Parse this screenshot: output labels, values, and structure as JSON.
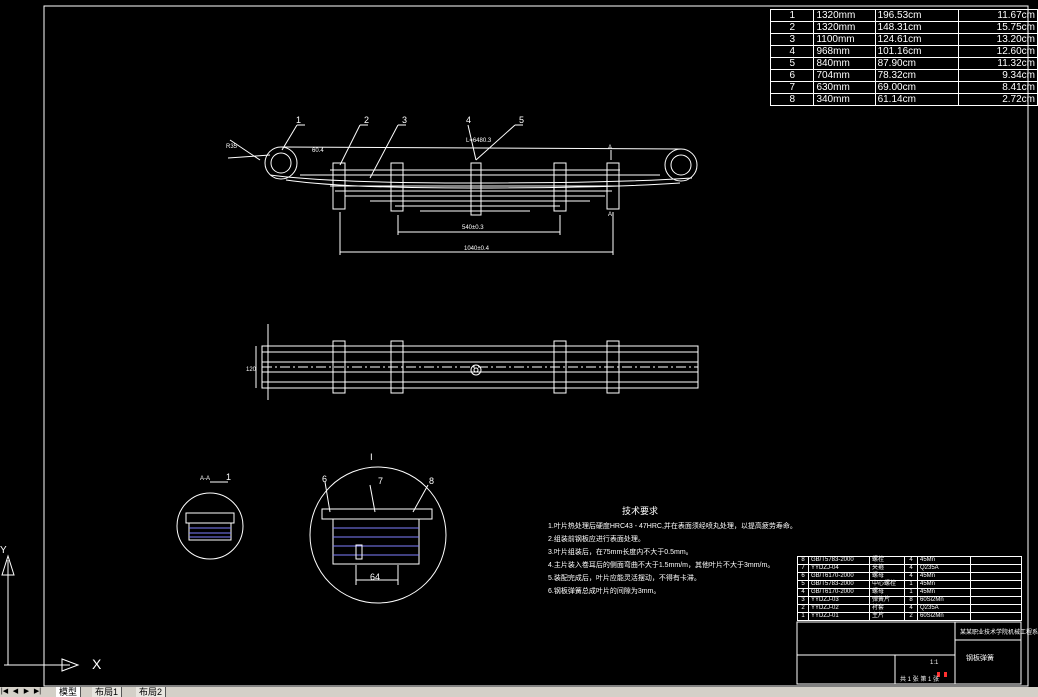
{
  "spec_table": {
    "rows": [
      {
        "no": "1",
        "length": "1320mm",
        "area": "196.53cm",
        "weight": "11.67cm"
      },
      {
        "no": "2",
        "length": "1320mm",
        "area": "148.31cm",
        "weight": "15.75cm"
      },
      {
        "no": "3",
        "length": "1100mm",
        "area": "124.61cm",
        "weight": "13.20cm"
      },
      {
        "no": "4",
        "length": "968mm",
        "area": "101.16cm",
        "weight": "12.60cm"
      },
      {
        "no": "5",
        "length": "840mm",
        "area": "87.90cm",
        "weight": "11.32cm"
      },
      {
        "no": "6",
        "length": "704mm",
        "area": "78.32cm",
        "weight": "9.34cm"
      },
      {
        "no": "7",
        "length": "630mm",
        "area": "69.00cm",
        "weight": "8.41cm"
      },
      {
        "no": "8",
        "length": "340mm",
        "area": "61.14cm",
        "weight": "2.72cm"
      }
    ]
  },
  "callouts": {
    "c1": "1",
    "c2": "2",
    "c3": "3",
    "c4": "4",
    "c5": "5",
    "c6": "6",
    "c7": "7",
    "c8": "8",
    "section_aa": "A-A",
    "section_aa_num": "1",
    "detail_label": "Ⅰ",
    "dim_top": "L=6480.3",
    "dim_mid": "540±0.3",
    "dim_bottom": "1040±0.4",
    "dim_64": "64",
    "dim_r": "R35",
    "dim_60": "60.4",
    "dim_120": "120",
    "dim_ab": "A",
    "dim_ab2": "A",
    "dim_ab3": "A"
  },
  "requirements": {
    "title": "技术要求",
    "items": [
      "1.叶片热处理后硬度HRC43 - 47HRC,并在表面须经喷丸处理，以提高疲劳寿命。",
      "2.组装前钢板应进行表面处理。",
      "3.叶片组装后，在75mm长度内不大于0.5mm。",
      "4.主片装入卷耳后的侧面弯曲不大于1.5mm/m，其他叶片不大于3mm/m。",
      "5.装配完成后，叶片应能灵活摆动，不得有卡滞。",
      "6.钢板弹簧总成叶片的间隙为3mm。"
    ]
  },
  "bom": {
    "rows": [
      {
        "no": "8",
        "code": "GB/T5783-2000",
        "name": "螺栓",
        "qty": "4",
        "mat": "45Mn",
        "note": ""
      },
      {
        "no": "7",
        "code": "YYDZJ-04",
        "name": "夹箍",
        "qty": "4",
        "mat": "Q235A",
        "note": ""
      },
      {
        "no": "6",
        "code": "GB/T6170-2000",
        "name": "螺母",
        "qty": "4",
        "mat": "45Mn",
        "note": ""
      },
      {
        "no": "5",
        "code": "GB/T5783-2000",
        "name": "中心螺栓",
        "qty": "1",
        "mat": "45Mn",
        "note": ""
      },
      {
        "no": "4",
        "code": "GB/T6170-2000",
        "name": "螺母",
        "qty": "1",
        "mat": "45Mn",
        "note": ""
      },
      {
        "no": "3",
        "code": "YYDZJ-03",
        "name": "弹簧片",
        "qty": "8",
        "mat": "60Si2Mn",
        "note": ""
      },
      {
        "no": "2",
        "code": "YYDZJ-02",
        "name": "衬套",
        "qty": "4",
        "mat": "Q235A",
        "note": ""
      },
      {
        "no": "1",
        "code": "YYDZJ-01",
        "name": "主片",
        "qty": "2",
        "mat": "60Si2Mn",
        "note": ""
      }
    ]
  },
  "title_block": {
    "school": "某某职业技术学院机械工程系",
    "drawing_name": "钢板弹簧",
    "scale": "1:1",
    "sheet": "共 1 张 第 1 张"
  },
  "ucs": {
    "x_label": "X",
    "y_label": "Y"
  },
  "tabs": [
    {
      "label": "模型"
    },
    {
      "label": "布局1"
    },
    {
      "label": "布局2"
    }
  ],
  "nav_buttons": [
    "|◀",
    "◀",
    "▶",
    "▶|"
  ],
  "colors": {
    "background": "#000000",
    "lines": "#ffffff",
    "dim_blue": "#7f7fff",
    "red": "#ff3030",
    "tabbar": "#d4d0c8"
  }
}
